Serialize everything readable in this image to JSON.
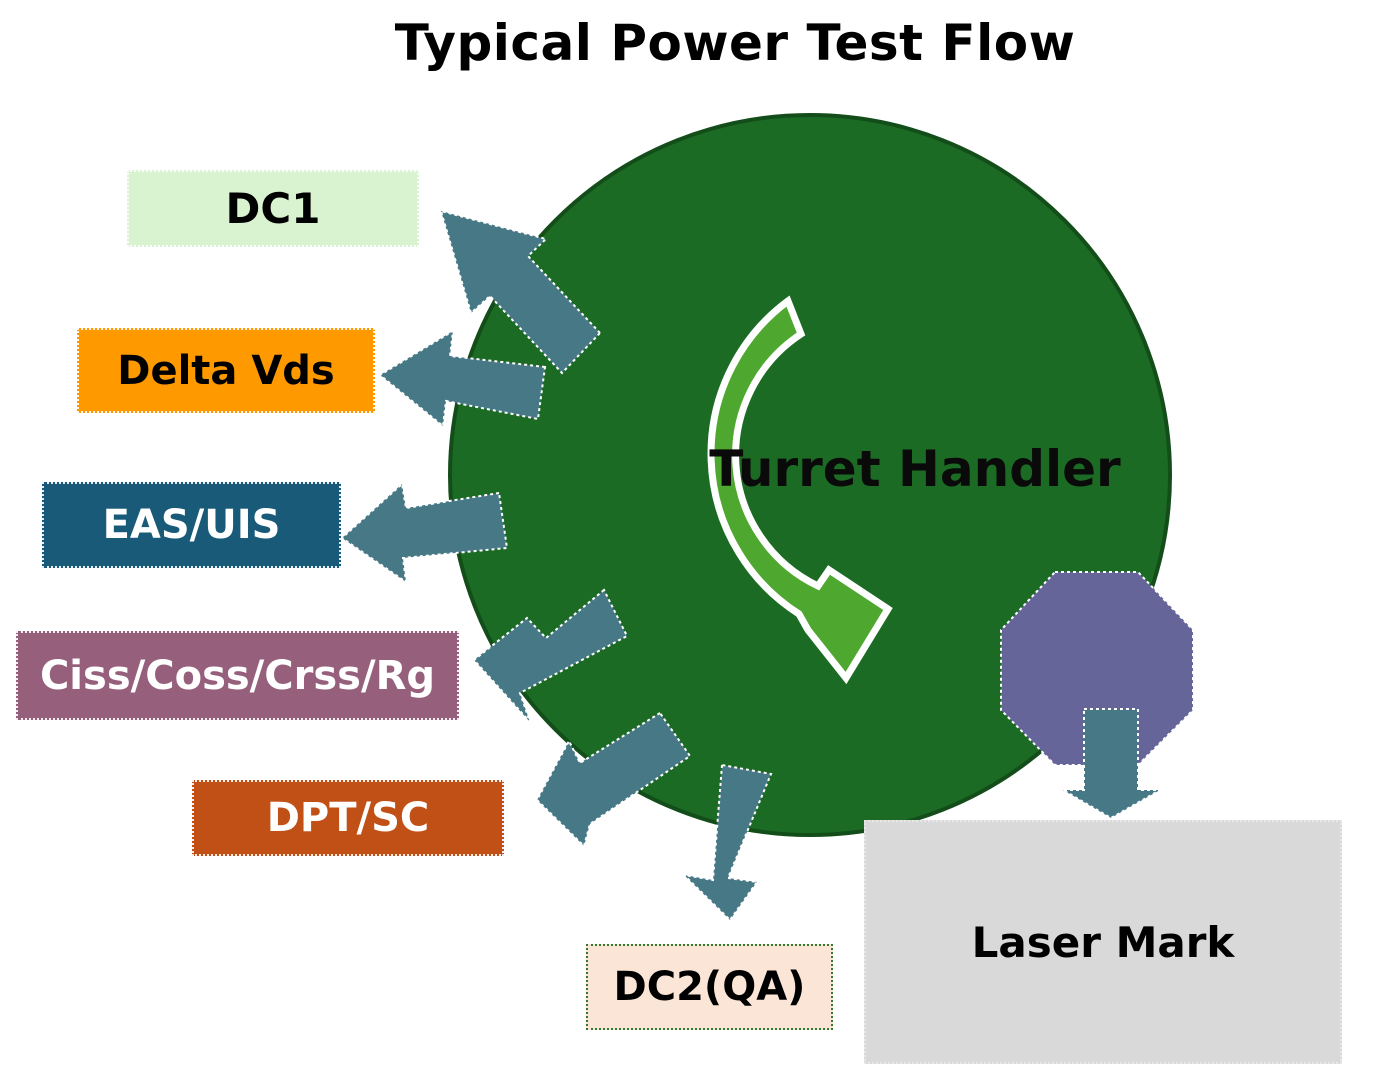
{
  "title": "Typical Power Test Flow",
  "center_label": "Turret Handler",
  "stations": [
    {
      "id": "dc1",
      "label": "DC1",
      "bg": "#d9f2d0",
      "fg": "#000000"
    },
    {
      "id": "delta",
      "label": "Delta Vds",
      "bg": "#ff9900",
      "fg": "#000000"
    },
    {
      "id": "eas",
      "label": "EAS/UIS",
      "bg": "#185a78",
      "fg": "#ffffff"
    },
    {
      "id": "ciss",
      "label": "Ciss/Coss/Crss/Rg",
      "bg": "#96607d",
      "fg": "#ffffff"
    },
    {
      "id": "dpt",
      "label": "DPT/SC",
      "bg": "#c05016",
      "fg": "#ffffff"
    },
    {
      "id": "dc2",
      "label": "DC2(QA)",
      "bg": "#fbe5d6",
      "fg": "#000000"
    }
  ],
  "laser": {
    "label": "Laser Mark",
    "bg": "#d9d9d9",
    "fg": "#000000"
  },
  "colors": {
    "turret": "#1c6b24",
    "turret_border": "#134d19",
    "rotation_arrow": "#4ea72e",
    "station_arrows": "#477886",
    "octagon": "#65659a"
  }
}
